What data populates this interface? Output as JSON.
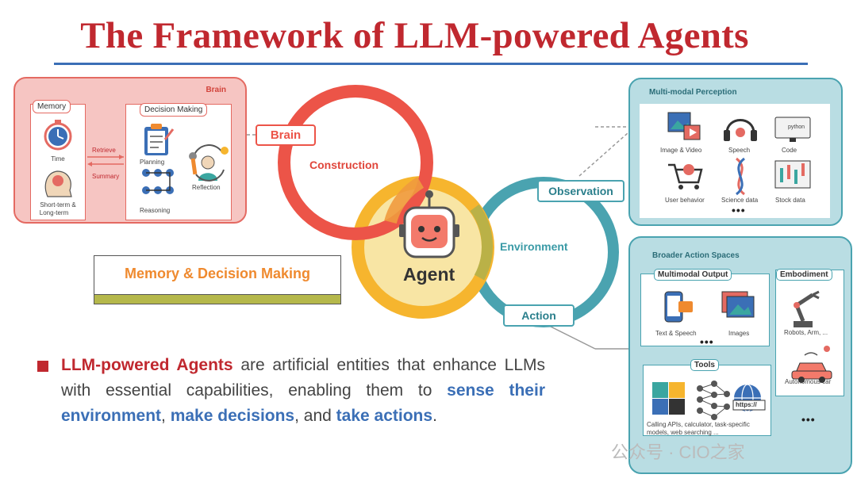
{
  "title": "The Framework of LLM-powered Agents",
  "brain": {
    "panel_title": "Brain",
    "memory_tag": "Memory",
    "time_label": "Time",
    "short_long_label_1": "Short-term  &",
    "short_long_label_2": "Long-term",
    "retrieve_label": "Retrieve",
    "summary_label": "Summary",
    "decision_tag": "Decision Making",
    "planning_label": "Planning",
    "reflection_label": "Reflection",
    "reasoning_label": "Reasoning",
    "memory_decision_label": "Memory & Decision Making"
  },
  "rings": {
    "brain_tag": "Brain",
    "construction": "Construction",
    "agent": "Agent",
    "environment": "Environment",
    "observation_tag": "Observation",
    "action_tag": "Action"
  },
  "perception": {
    "title": "Multi-modal  Perception",
    "items": [
      "Image & Video",
      "Speech",
      "Code",
      "User behavior",
      "Science data",
      "Stock data"
    ],
    "code_badge": "python",
    "dots": "•••"
  },
  "action_spaces": {
    "title": "Broader Action Spaces",
    "multimodal_tag": "Multimodal Output",
    "text_speech": "Text & Speech",
    "images": "Images",
    "tools_tag": "Tools",
    "tools_caption_1": "Calling APIs, calculator, task-specific",
    "tools_caption_2": "models, web searching ...",
    "https_label": "https://",
    "embodiment_tag": "Embodiment",
    "robots_label": "Robots, Arm, ...",
    "car_label": "Autonomous car",
    "dots": "•••"
  },
  "paragraph": {
    "term": "LLM-powered  Agents",
    "text1": " are  artificial  entities  that enhance LLMs with essential capabilities, enabling them to ",
    "sense": "sense their environment",
    "sep1": ", ",
    "decide": "make decisions",
    "sep2": ", and ",
    "act": "take actions",
    "end": "."
  },
  "watermark": "公众号 · CIO之家",
  "colors": {
    "title_red": "#c0282f",
    "brain_red": "#e46a62",
    "ring_red": "#ec5448",
    "ring_yellow": "#f6b52e",
    "ring_teal": "#4aa3b0",
    "highlight_orange": "#ef8a2f",
    "text_blue": "#3b6fb6"
  }
}
